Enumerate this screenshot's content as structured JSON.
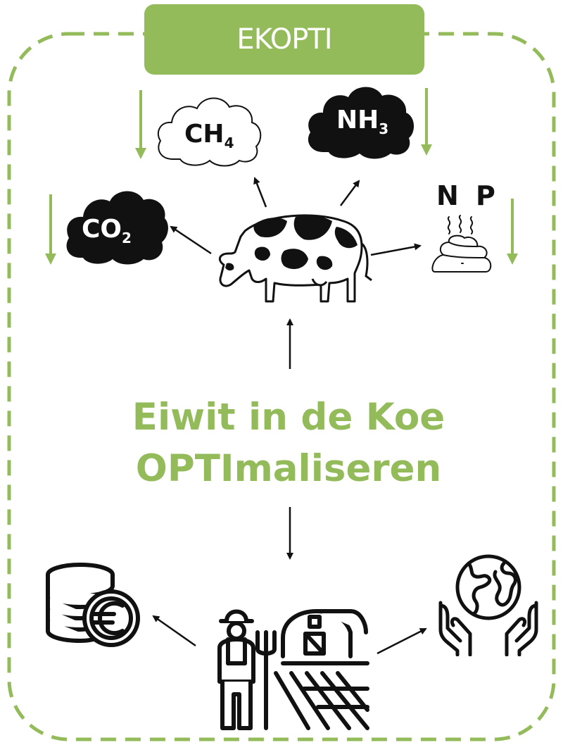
{
  "brand": {
    "label": "EKOPTI",
    "accent_color": "#94bb5a",
    "arrow_color": "#111111"
  },
  "center": {
    "line1": "Eiwit in de Koe",
    "line2": "OPTImaliseren"
  },
  "emissions": {
    "co2": {
      "base": "CO",
      "sub": "2"
    },
    "ch4": {
      "base": "CH",
      "sub": "4"
    },
    "nh3": {
      "base": "NH",
      "sub": "3"
    },
    "nutrients": {
      "n": "N",
      "p": "P"
    }
  },
  "icons": [
    "cow-icon",
    "co2-cloud-icon",
    "ch4-cloud-icon",
    "nh3-cloud-icon",
    "manure-icon",
    "coins-euro-icon",
    "farmer-farm-icon",
    "earth-hands-icon"
  ]
}
